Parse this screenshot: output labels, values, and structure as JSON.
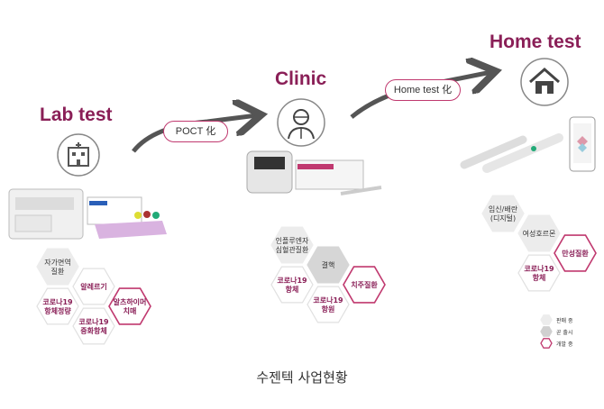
{
  "stages": {
    "lab": {
      "title": "Lab test",
      "icon": "hospital-icon"
    },
    "clinic": {
      "title": "Clinic",
      "icon": "doctor-icon"
    },
    "home": {
      "title": "Home test",
      "icon": "house-icon"
    }
  },
  "transitions": {
    "to_clinic": "POCT 化",
    "to_home": "Home test 化"
  },
  "lab_hexes": [
    [
      "자가면역",
      "질환"
    ],
    [
      "알레르기"
    ],
    [
      "코로나19",
      "항체정량"
    ],
    [
      "알츠하이머",
      "치매"
    ],
    [
      "코로나19",
      "중화항체"
    ]
  ],
  "clinic_hexes": [
    [
      "인플루엔자",
      "심혈관질환"
    ],
    [
      "결핵"
    ],
    [
      "코로나19",
      "항체"
    ],
    [
      "치주질환"
    ],
    [
      "코로나19",
      "항원"
    ]
  ],
  "home_hexes": [
    [
      "임신/배란",
      "(디지털)"
    ],
    [
      "여성호르몬"
    ],
    [
      "만성질환"
    ],
    [
      "코로나19",
      "항체"
    ]
  ],
  "legend": [
    {
      "label": "판매 중",
      "style": "sold"
    },
    {
      "label": "곧 출시",
      "style": "soon"
    },
    {
      "label": "개발 중",
      "style": "dev"
    }
  ],
  "caption": "수젠텍 사업현황",
  "colors": {
    "accent": "#8a1f57",
    "pink": "#c0396f",
    "grey_hex": "#e4e4e4",
    "dark_hex": "#cfcfcf"
  }
}
